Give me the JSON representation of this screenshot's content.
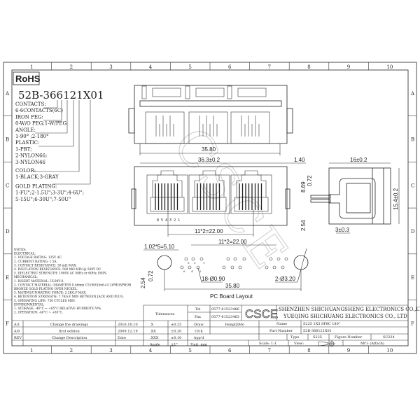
{
  "frame": {
    "columns": [
      "1",
      "2",
      "3",
      "4",
      "5",
      "6",
      "7",
      "8",
      "9",
      "10"
    ],
    "rows": [
      "A",
      "B",
      "C",
      "D",
      "E",
      "F"
    ]
  },
  "legend": {
    "rohs": "RoHS",
    "part_code": "52B-366121X01",
    "lines": [
      "CONTACTS:",
      "6-6CONTACTS(6C)",
      "IRON PEG:",
      "0-W/O PEG;1-W/PEG",
      "ANGLE:",
      "1-90° ;2-180°",
      "PLASTIC:",
      "1-PBT;",
      "2-NYLON66;",
      "3-NYLON46",
      "COLOR:",
      "1-BLACK;3-GRAY",
      "GOLD PLATING:",
      "1-FU\";2-1.5U\";3-3U\";4-6U\";",
      "5-15U\";6-30U\";7-50U\""
    ]
  },
  "notes": [
    "NOTES:",
    "ELECTRICAL:",
    "1. VOLTAGE RATING: 125V AC.",
    "2. CURRENT RATING: 1.5A.",
    "3. CONTACT RESISTANCE: 30 mΩ MAX.",
    "4. INSULATION RESISTANCE: 500 MΩ MIN @ 500V DC.",
    "5. DIELECTRIC STRENGTH: 1000V AC 50Hz or 60Hz,1MIN.",
    "MECHANICAL:",
    "1. INSERT MATERIAL: UL94V-0.",
    "2. CONTACT MATERIAL: DIAMETER 0.46mm C51900(Sn6+0.3)PHOSPHOR",
    "   BRONZE GOLD PLATING OVER NICKEL.",
    "3. MATING/UNMATING FORCE: 2.2KG.F MAX.",
    "4. RETENTION STRENGTH: 7.7KG.F MIN BETWEEN JACK AND PLUG.",
    "5. OPERATING LIFE: 750 CYCLES MIN.",
    "ENVIRONMENTAL:",
    "1. STORAGE: -40°C ~ +85°C RELATIVE HUMIDITY:70%.",
    "2. OPERATION: -40°C ~ +85°C."
  ],
  "dimensions": {
    "top_width": "35.80",
    "front_width": "36.3±0.2",
    "offset": "1.40",
    "pitch_front": "11*2=22.00",
    "side_depth": "16±0.2",
    "side_height": "15.4±0.2",
    "pin_height": "8.69",
    "pin_thick": "0.72",
    "standoff": "2.54",
    "peg_offset": "3±0.3",
    "pin_numbers": "8 5 4 3 2 1",
    "pcb_pin_pitch": "1.02*5=5.10",
    "pcb_pitch": "11*2=22.00",
    "pcb_row": "0.72",
    "pcb_row2": "2.54",
    "pcb_holes": "18-Ø0.90",
    "pcb_pegs": "2-Ø3.20",
    "pcb_width": "35.80",
    "pcb_title": "PC Board Layout",
    "hole_labels": [
      "5",
      "3",
      "1",
      "6",
      "4",
      "2"
    ]
  },
  "watermark": "CSCE",
  "revisions": [
    {
      "rev": "A/1",
      "desc": "Change the drawings",
      "date": "2016.10.10"
    },
    {
      "rev": "A/0",
      "desc": "first edition",
      "date": "2009.12.19"
    },
    {
      "rev": "REV",
      "desc": "Change Description",
      "date": "Date"
    }
  ],
  "tolerances": {
    "title": "Tolerances",
    "rows": [
      {
        "k": ".X",
        "v": "±0.25",
        "role": "Draw",
        "who": "HongQiMo"
      },
      {
        "k": ".XX",
        "v": "±0.20",
        "role": "Ch'k",
        "who": ""
      },
      {
        "k": ".XXX",
        "v": "±0.10",
        "role": "App'd",
        "who": ""
      },
      {
        "k": "Angle",
        "v": "±1°",
        "role": "Unit: mm",
        "who": ""
      }
    ]
  },
  "title_block": {
    "tel_label": "Tel",
    "tel": "0577-61523466",
    "fax_label": "Fax",
    "fax": "0577-61523463",
    "logo": "CSCE",
    "company1": "SHENZHEN SHICHUANGSHENG ELECTRONICS CO.,LTD",
    "company2": "YUEQING SHICHUANG ELECTRONICS CO., LTD",
    "name_label": "Name",
    "name": "S225 1X3 8P8C 180°",
    "part_label": "Part Number",
    "part": "52B-366121X01",
    "type_label": "Type",
    "type": "S225",
    "figure_label": "Figure Number",
    "figure": "SC224",
    "scale": "Scale: 1:1",
    "view": "View:",
    "material": "Mt'l: (Attach)"
  }
}
